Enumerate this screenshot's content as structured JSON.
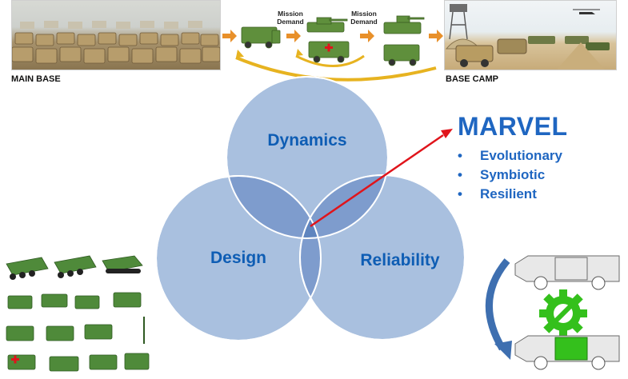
{
  "flow": {
    "main_base_label": "MAIN BASE",
    "base_camp_label": "BASE CAMP",
    "demand_label_1": "Mission Demand",
    "demand_label_2": "Mission Demand"
  },
  "venn": {
    "top": "Dynamics",
    "left": "Design",
    "right": "Reliability"
  },
  "marvel": {
    "title": "MARVEL",
    "items": [
      "Evolutionary",
      "Symbiotic",
      "Resilient"
    ]
  },
  "colors": {
    "circle_fill": "#a9c0df",
    "overlap_fill": "#6f92c6",
    "label_blue": "#0e5db4",
    "arrow_red": "#e0141b",
    "flow_orange": "#e8902a",
    "vehicle_green": "#5f8f3c",
    "gear_green": "#34c01c"
  },
  "icons": [
    "flow-arrow-icon",
    "wrench-gear-icon",
    "curved-arrow-icon"
  ]
}
